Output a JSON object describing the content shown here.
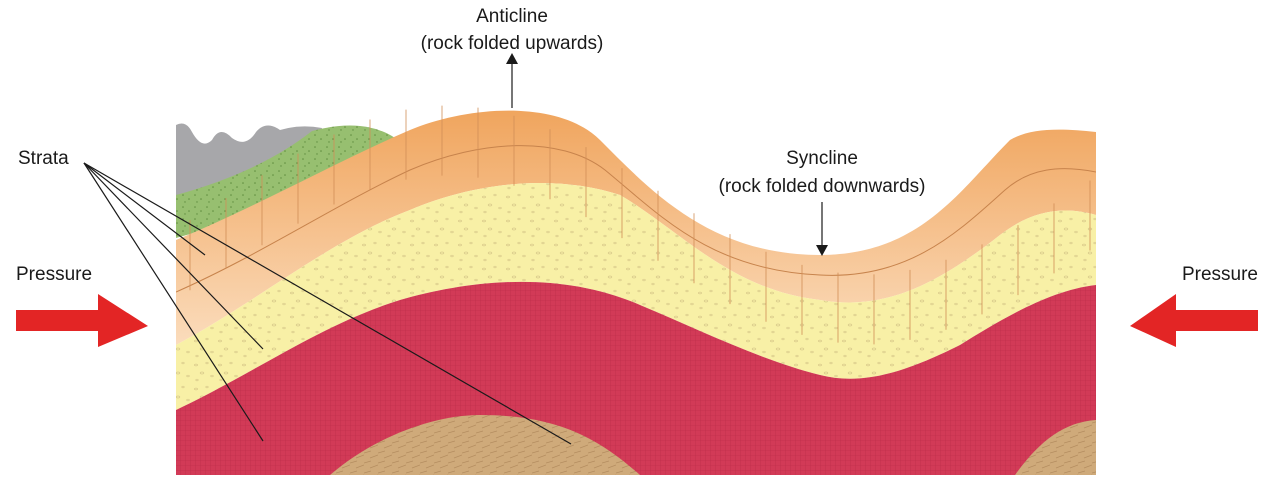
{
  "labels": {
    "anticline_title": "Anticline",
    "anticline_sub": "(rock folded upwards)",
    "syncline_title": "Syncline",
    "syncline_sub": "(rock folded downwards)",
    "strata": "Strata",
    "pressure_left": "Pressure",
    "pressure_right": "Pressure"
  },
  "colors": {
    "grey_rock": "#a7a7aa",
    "green_layer": "#97bf70",
    "orange_top": "#f0a55e",
    "orange_light": "#fad7b2",
    "yellow_layer": "#f8f0a6",
    "red_layer": "#d23a57",
    "tan_layer": "#cfaa7a",
    "arrow_red": "#e32525"
  }
}
